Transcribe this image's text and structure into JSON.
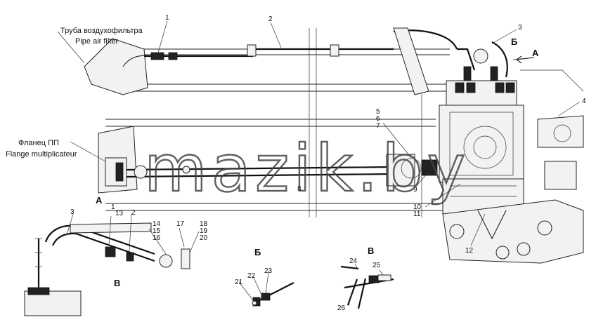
{
  "watermark": "mazik.by",
  "labels": {
    "air_filter_ru": "Труба воздухофильтра",
    "air_filter_en": "Pipe air filter",
    "flange_ru": "Фланец ПП",
    "flange_en": "Flange multiplicateur"
  },
  "views": {
    "a": "А",
    "b": "Б",
    "v": "В",
    "arrow_a": "А"
  },
  "callouts": {
    "c1": "1",
    "c2": "2",
    "c3": "3",
    "c4": "4",
    "c5": "5",
    "c6": "6",
    "c7": "7",
    "c8": "8",
    "c9": "9",
    "c10": "10",
    "c11": "11",
    "c12": "12",
    "d1": "1",
    "d13": "13",
    "d2": "2",
    "d3": "3",
    "d14": "14",
    "d15": "15",
    "d16": "16",
    "d17": "17",
    "d18": "18",
    "d19": "19",
    "d20": "20",
    "d21": "21",
    "d22": "22",
    "d23": "23",
    "d24": "24",
    "d25": "25",
    "d26": "26"
  }
}
